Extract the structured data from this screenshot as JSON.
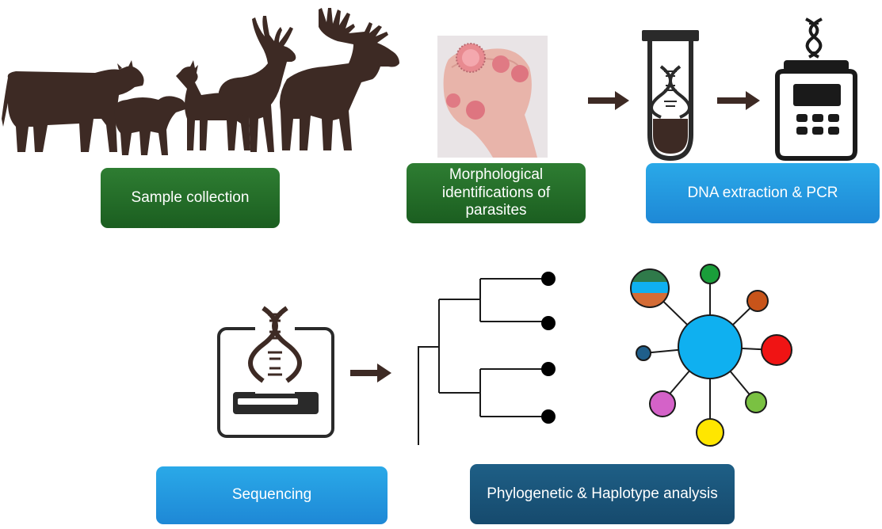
{
  "steps": {
    "sample_collection": "Sample collection",
    "morphological": "Morphological identifications of parasites",
    "dna_extraction": "DNA extraction & PCR",
    "sequencing": "Sequencing",
    "phylogenetic": "Phylogenetic & Haplotype analysis"
  },
  "colors": {
    "animal": "#3d2a24",
    "green_box": "#1f6b2a",
    "blue_box": "#2aa3e2",
    "navy_box": "#1a5477",
    "haplotype_center": "#0fb0f0",
    "node_colors": [
      "#1a9e3a",
      "#c8541a",
      "#f01414",
      "#7ac142",
      "#ffe600",
      "#d462c8",
      "#1f5f8b"
    ]
  },
  "icons": [
    "animal-silhouettes-icon",
    "parasite-photo",
    "dna-tube-icon",
    "pcr-machine-icon",
    "sequencer-icon",
    "phylogenetic-tree-icon",
    "haplotype-network-icon"
  ]
}
